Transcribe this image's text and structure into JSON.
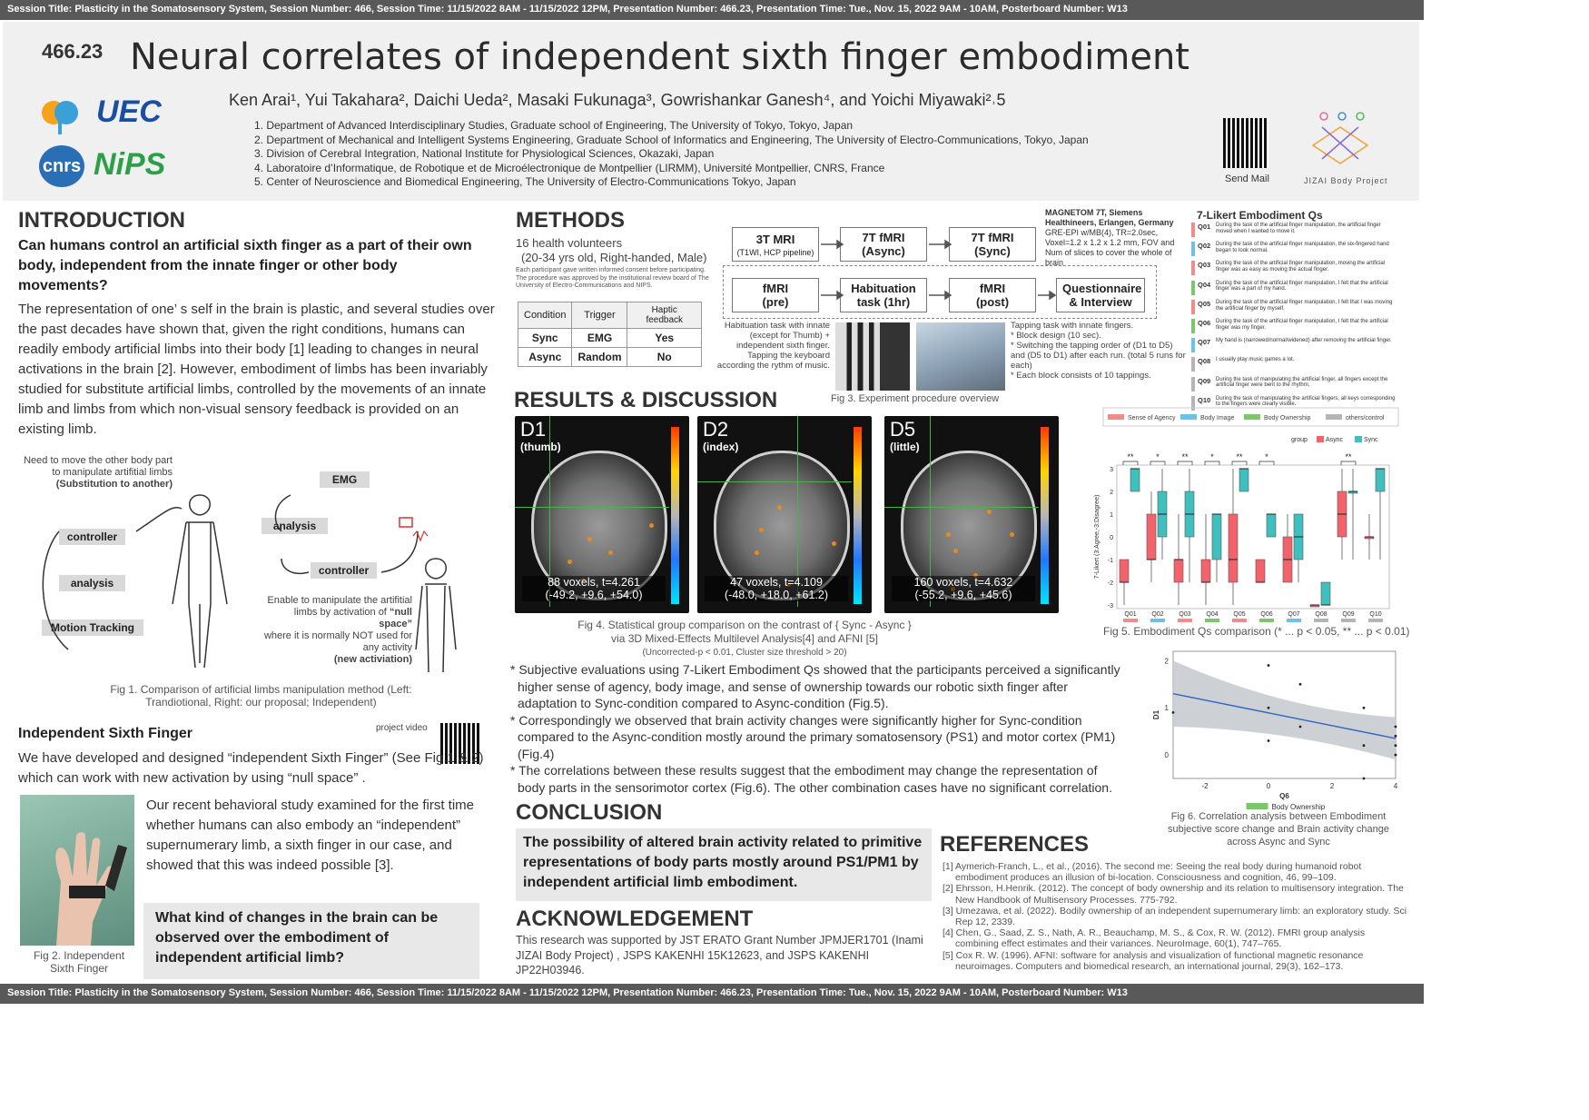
{
  "session_bar": "Session Title: Plasticity in the Somatosensory System, Session Number: 466, Session Time: 11/15/2022 8AM - 11/15/2022 12PM, Presentation Number: 466.23, Presentation Time: Tue., Nov. 15, 2022 9AM - 10AM, Posterboard Number: W13",
  "header": {
    "number": "466.23",
    "title": "Neural correlates of independent sixth finger embodiment",
    "authors": "Ken Arai¹, Yui Takahara², Daichi Ueda², Masaki Fukunaga³, Gowrishankar Ganesh⁴, and Yoichi Miyawaki²˒5",
    "affiliations": [
      "1. Department of Advanced Interdisciplinary Studies, Graduate school of Engineering, The University of Tokyo, Tokyo, Japan",
      "2. Department of Mechanical and Intelligent Systems Engineering, Graduate School of Informatics and Engineering, The University of Electro-Communications, Tokyo, Japan",
      "3. Division of Cerebral Integration, National Institute for Physiological Sciences, Okazaki, Japan",
      "4. Laboratoire d’Informatique, de Robotique et de Microélectronique de Montpellier (LIRMM), Université Montpellier, CNRS, France",
      "5. Center of Neuroscience and Biomedical Engineering, The University of Electro-Communications Tokyo, Japan"
    ],
    "logos": {
      "uec": "UEC",
      "cnrs": "cnrs",
      "nips": "NiPS"
    },
    "send_mail": "Send Mail",
    "jizai": "JIZAI Body Project"
  },
  "intro": {
    "heading": "INTRODUCTION",
    "question": "Can humans control an artificial sixth finger as a part of their own body, independent from the innate finger or other body movements?",
    "text": "The representation of one’ s self in the brain is plastic, and several studies over the past decades have shown that, given the right conditions, humans can readily embody artificial limbs into their body [1] leading to changes in neural activations in the brain [2]. However, embodiment of limbs has been invariably studied for substitute artificial limbs, controlled by the movements of an innate limb and limbs from which non-visual sensory feedback is provided on an existing limb."
  },
  "fig1": {
    "left_note": "Need to move the other body part to manipulate artifitial limbs",
    "left_note_b": "(Substitution to another)",
    "controller": "controller",
    "analysis": "analysis",
    "motion": "Motion Tracking",
    "emg": "EMG",
    "analysis_r": "analysis",
    "controller_r": "controller",
    "right_note_1": "Enable to manipulate the artifitial limbs by activation of",
    "right_note_b": "“null space”",
    "right_note_2": "where it is  normally NOT used for any activity",
    "right_note_b2": "(new activiation)",
    "caption": "Fig 1. Comparison of artificial limbs manipulation method (Left: Trandiotional, Right: our proposal; Independent)"
  },
  "isf": {
    "heading": "Independent Sixth Finger",
    "video": "project video",
    "text": "We have developed and designed “independent Sixth Finger” (See Fig.1 & 2) which can work with new activation by using “null space” .",
    "study": "Our recent behavioral study examined for the first time whether humans can also embody an “independent” supernumerary limb, a sixth finger in our case, and showed that this was indeed possible [3].",
    "fig2": "Fig 2. Independent Sixth Finger",
    "q": "What kind of changes in the brain can be observed over the embodiment of independent artificial limb?"
  },
  "methods": {
    "heading": "METHODS",
    "vol1": "16 health volunteers",
    "vol2": "(20-34 yrs old, Right-handed, Male)",
    "consent": "Each participant gave written informed consent before participating. The procedure was approved by the institutional review board of The University of Electro-Communications and NIPS.",
    "table": {
      "headers": [
        "Condition",
        "Trigger",
        "Haptic feedback"
      ],
      "rows": [
        [
          "Sync",
          "EMG",
          "Yes"
        ],
        [
          "Async",
          "Random",
          "No"
        ]
      ]
    },
    "flow_top": [
      "3T MRI",
      "7T fMRI",
      "7T fMRI"
    ],
    "flow_top_sub": [
      "(T1WI, HCP pipeline)",
      "(Async)",
      "(Sync)"
    ],
    "flow_bot": [
      "fMRI (pre)",
      "Habituation task (1hr)",
      "fMRI (post)",
      "Questionnaire & Interview"
    ],
    "scanner": "MAGNETOM 7T, Siemens Healthineers, Erlangen, Germany",
    "scanner2": "GRE-EPI w/MB(4), TR=2.0sec, Voxel=1.2 x 1.2 x 1.2 mm, FOV and Num of slices to cover the whole of brain",
    "habit": "Habituation task with innate (except for Thumb) + independent sixth finger. Tapping the keyboard according the rythm of music.",
    "tap": "Tapping task with innate fingers.",
    "tap_items": [
      "Block design (10 sec).",
      "Switching the tapping order of (D1 to D5) and (D5 to D1) after each run. (total 5 runs for each)",
      "Each block consists of 10 tappings."
    ],
    "fig3": "Fig 3. Experiment procedure overview"
  },
  "likert": {
    "heading": "7-Likert Embodiment Qs",
    "items": [
      {
        "q": "Q01",
        "t": "During the task of the artificial finger manipulation, the artificial finger moved when I wanted to move it.",
        "c": "#f28b8b"
      },
      {
        "q": "Q02",
        "t": "During the task of the artificial finger manipulation, the six-fingered hand began to look normal.",
        "c": "#6ec1e4"
      },
      {
        "q": "Q03",
        "t": "During the task of the artificial finger manipulation, moving the artificial finger was as easy as moving the actual finger.",
        "c": "#f28b8b"
      },
      {
        "q": "Q04",
        "t": "During the task of the artificial finger manipulation, I felt that the artificial finger was a part of my hand.",
        "c": "#7cc66e"
      },
      {
        "q": "Q05",
        "t": "During the task of the artificial finger manipulation, I felt that I was moving the artificial finger by myself.",
        "c": "#f28b8b"
      },
      {
        "q": "Q06",
        "t": "During the task of the artificial finger manipulation, I felt that the artificial finger was my finger.",
        "c": "#7cc66e"
      },
      {
        "q": "Q07",
        "t": "My hand is (narrowed/normal/widened) after removing the artificial finger.",
        "c": "#6ec1e4"
      },
      {
        "q": "Q08",
        "t": "I usually play music games a lot.",
        "c": "#b5b5b5"
      },
      {
        "q": "Q09",
        "t": "During the task of manipulating the artificial finger, all fingers except the artificial finger were bent to the rhythm.",
        "c": "#b5b5b5"
      },
      {
        "q": "Q10",
        "t": "During the task of manipulating the artificial fingers, all keys corresponding to the fingers were clearly visible.",
        "c": "#b5b5b5"
      }
    ],
    "legend": [
      {
        "name": "Sense of Agency",
        "c": "#f28b8b"
      },
      {
        "name": "Body Image",
        "c": "#6ec1e4"
      },
      {
        "name": "Body Ownership",
        "c": "#7cc66e"
      },
      {
        "name": "others/control",
        "c": "#b5b5b5"
      }
    ]
  },
  "results": {
    "heading": "RESULTS & DISCUSSION",
    "scans": [
      {
        "label": "D1",
        "sub": "(thumb)",
        "stat": "88 voxels, t=4.261",
        "coord": "(-49.2, +9.6, +54.0)"
      },
      {
        "label": "D2",
        "sub": "(index)",
        "stat": "47 voxels, t=4.109",
        "coord": "(-48.0, +18.0, +61.2)"
      },
      {
        "label": "D5",
        "sub": "(little)",
        "stat": "160 voxels, t=4.632",
        "coord": "(-55.2, +9.6, +45.6)"
      }
    ],
    "fig4_1": "Fig 4. Statistical group comparison on the contrast of { Sync - Async }",
    "fig4_2": "via 3D Mixed-Effects Multilevel Analysis[4] and AFNI [5]",
    "fig4_3": "(Uncorrected-p < 0.01, Cluster size threshold > 20)",
    "bullets": [
      "Subjective evaluations using 7-Likert Embodiment Qs showed that the participants perceived a significantly higher sense of agency, body image, and sense of ownership towards our robotic sixth finger after adaptation to Sync-condition compared to Async-condition (Fig.5).",
      "Correspondingly we observed that brain activity changes were significantly higher for Sync-condition compared to the Async-condition mostly around the primary somatosensory (PS1) and motor cortex (PM1) (Fig.4)",
      "The correlations between these results suggest that the embodiment may change the representation of body parts in the sensorimotor cortex (Fig.6). The other combination cases have no significant correlation."
    ]
  },
  "conclusion": {
    "heading": "CONCLUSION",
    "text": "The possibility of altered brain activity related to primitive representations of body parts mostly around PS1/PM1 by independent artificial limb embodiment."
  },
  "ack": {
    "heading": "ACKNOWLEDGEMENT",
    "text": "This research was supported by JST ERATO Grant Number JPMJER1701 (Inami JIZAI Body Project) , JSPS KAKENHI 15K12623, and JSPS KAKENHI JP22H03946."
  },
  "refs": {
    "heading": "REFERENCES",
    "items": [
      "[1] Aymerich-Franch, L., et al., (2016). The second me: Seeing the real body during humanoid robot embodiment produces an illusion of bi-location. Consciousness and cognition, 46, 99–109.",
      "[2] Ehrsson, H.Henrik. (2012). The concept of body ownership and its relation to multisensory integration. The New Handbook of Multisensory Processes. 775-792.",
      "[3] Umezawa, et al. (2022). Bodily ownership of an independent supernumerary limb: an exploratory study. Sci Rep 12, 2339.",
      "[4] Chen, G., Saad, Z. S., Nath, A. R., Beauchamp, M. S., & Cox, R. W. (2012). FMRI group analysis combining effect estimates and their variances. NeuroImage, 60(1), 747–765.",
      "[5] Cox R. W. (1996). AFNI: software for analysis and visualization of functional magnetic resonance neuroimages. Computers and biomedical research, an international journal, 29(3), 162–173."
    ]
  },
  "chart_data": [
    {
      "type": "box",
      "title": "",
      "ylabel": "7-Likert (3:Agree,-3:Disagree)",
      "ylim": [
        -3,
        3
      ],
      "categories": [
        "Q01",
        "Q02",
        "Q03",
        "Q04",
        "Q05",
        "Q06",
        "Q07",
        "Q08",
        "Q09",
        "Q10"
      ],
      "legend_title": "group",
      "series": [
        {
          "name": "Async",
          "color": "#f2636b",
          "boxes": [
            [
              -3,
              -2,
              -2,
              -1,
              -1
            ],
            [
              -2,
              -1,
              -1,
              1,
              2
            ],
            [
              -3,
              -2,
              -1,
              -1,
              1
            ],
            [
              -3,
              -2,
              -2,
              -1,
              1
            ],
            [
              -3,
              -2,
              -1,
              1,
              3
            ],
            [
              -2,
              -2,
              -2,
              -1,
              -1
            ],
            [
              -2,
              -2,
              -1,
              0,
              1
            ],
            [
              -3,
              -3,
              -3,
              -3,
              -3
            ],
            [
              -1,
              0,
              1,
              2,
              3
            ],
            [
              -1,
              0,
              0,
              0,
              1
            ]
          ]
        },
        {
          "name": "Sync",
          "color": "#3fc0bf",
          "boxes": [
            [
              3,
              2,
              3,
              3,
              3
            ],
            [
              -1,
              0,
              1,
              2,
              3
            ],
            [
              -2,
              0,
              1,
              2,
              3
            ],
            [
              -2,
              -1,
              1,
              1,
              1
            ],
            [
              3,
              2,
              3,
              3,
              3
            ],
            [
              1,
              0,
              1,
              1,
              1
            ],
            [
              -2,
              -1,
              0,
              1,
              1
            ],
            [
              -3,
              -3,
              -3,
              -2,
              -2
            ],
            [
              -1,
              2,
              2,
              2,
              3
            ],
            [
              -1,
              2,
              3,
              3,
              3
            ]
          ]
        }
      ],
      "significance": [
        "**",
        "*",
        "**",
        "*",
        "**",
        "*",
        "",
        "",
        "**",
        ""
      ],
      "caption": "Fig 5. Embodiment Qs comparison  (* ... p < 0.05, ** ... p < 0.01)"
    },
    {
      "type": "scatter",
      "title": "",
      "xlabel": "Q6",
      "ylabel": "D1",
      "xlim": [
        -3,
        4
      ],
      "ylim": [
        -0.5,
        2.2
      ],
      "x_ticks": [
        -2,
        0,
        2,
        4
      ],
      "y_ticks": [
        0,
        1,
        2
      ],
      "points": [
        [
          -3,
          0.9
        ],
        [
          0,
          1.9
        ],
        [
          0,
          1.0
        ],
        [
          0,
          0.3
        ],
        [
          1,
          1.5
        ],
        [
          1,
          0.6
        ],
        [
          3,
          1.0
        ],
        [
          3,
          0.2
        ],
        [
          3,
          -0.5
        ],
        [
          4,
          0.6
        ],
        [
          4,
          0.4
        ],
        [
          4,
          0.0
        ],
        [
          4,
          0.2
        ]
      ],
      "fit": [
        [
          -3,
          1.3
        ],
        [
          4,
          0.35
        ]
      ],
      "legend": "Body Ownership",
      "caption": "Fig 6. Correlation analysis between Embodiment subjective score change and Brain activity change across Async and Sync"
    }
  ]
}
